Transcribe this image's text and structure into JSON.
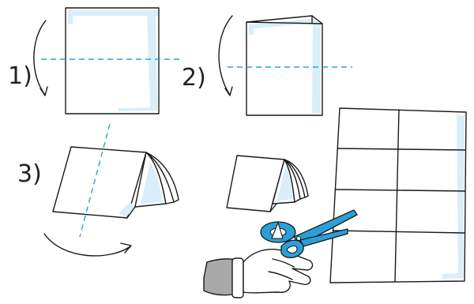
{
  "steps": [
    {
      "label": "1)"
    },
    {
      "label": "2)"
    },
    {
      "label": "3)"
    }
  ],
  "colors": {
    "ink": "#1a1a1a",
    "fold_line": "#21a7dc",
    "paper_tint": "#d8eef8",
    "scissors": "#2aa0d8",
    "glove": "#ffffff",
    "sleeve": "#a9a9a9"
  },
  "icons": [
    "curved-arrow-icon",
    "scissors-icon",
    "gloved-hand-icon"
  ]
}
